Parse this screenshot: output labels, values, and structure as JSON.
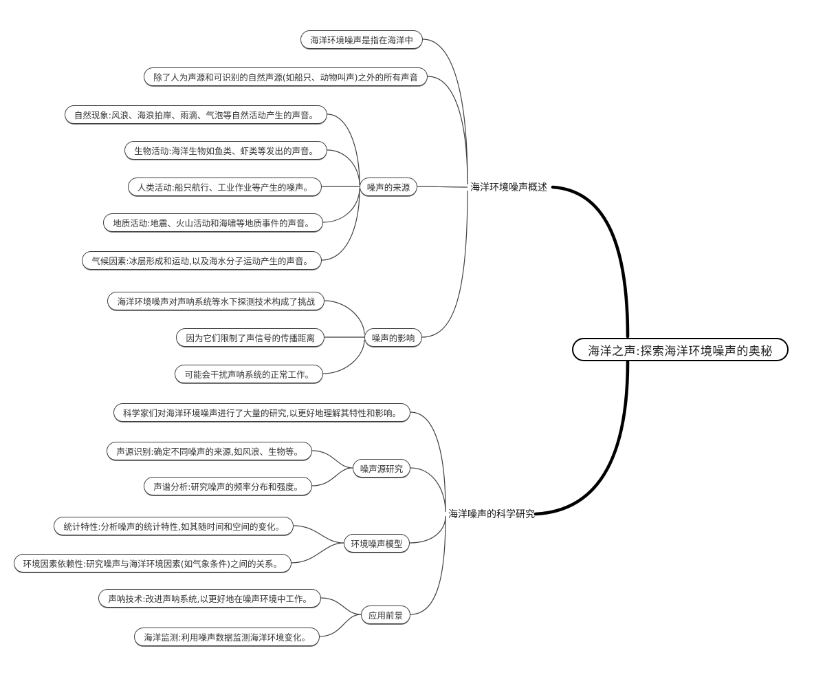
{
  "colors": {
    "background": "#ffffff",
    "box_border": "#3d3d3d",
    "thin_link": "#3f3f3f",
    "thick_link": "#000000",
    "text": "#333333"
  },
  "mindmap": {
    "root": "海洋之声:探索海洋环境噪声的奥秘",
    "branches": [
      {
        "label": "海洋环境噪声概述",
        "children": [
          {
            "label": "海洋环境噪声是指在海洋中"
          },
          {
            "label": "除了人为声源和可识别的自然声源(如船只、动物叫声)之外的所有声音"
          },
          {
            "label": "噪声的来源",
            "children": [
              {
                "label": "自然现象:风浪、海浪拍岸、雨滴、气泡等自然活动产生的声音。"
              },
              {
                "label": "生物活动:海洋生物如鱼类、虾类等发出的声音。"
              },
              {
                "label": "人类活动:船只航行、工业作业等产生的噪声。"
              },
              {
                "label": "地质活动:地震、火山活动和海啸等地质事件的声音。"
              },
              {
                "label": "气候因素:冰层形成和运动,以及海水分子运动产生的声音。"
              }
            ]
          },
          {
            "label": "噪声的影响",
            "children": [
              {
                "label": "海洋环境噪声对声呐系统等水下探测技术构成了挑战"
              },
              {
                "label": "因为它们限制了声信号的传播距离"
              },
              {
                "label": "可能会干扰声呐系统的正常工作。"
              }
            ]
          }
        ]
      },
      {
        "label": "海洋噪声的科学研究",
        "children": [
          {
            "label": "科学家们对海洋环境噪声进行了大量的研究,以更好地理解其特性和影响。"
          },
          {
            "label": "噪声源研究",
            "children": [
              {
                "label": "声源识别:确定不同噪声的来源,如风浪、生物等。"
              },
              {
                "label": "声谱分析:研究噪声的频率分布和强度。"
              }
            ]
          },
          {
            "label": "环境噪声模型",
            "children": [
              {
                "label": "统计特性:分析噪声的统计特性,如其随时间和空间的变化。"
              },
              {
                "label": "环境因素依赖性:研究噪声与海洋环境因素(如气象条件)之间的关系。"
              }
            ]
          },
          {
            "label": "应用前景",
            "children": [
              {
                "label": "声呐技术:改进声呐系统,以更好地在噪声环境中工作。"
              },
              {
                "label": "海洋监测:利用噪声数据监测海洋环境变化。"
              }
            ]
          }
        ]
      }
    ]
  }
}
